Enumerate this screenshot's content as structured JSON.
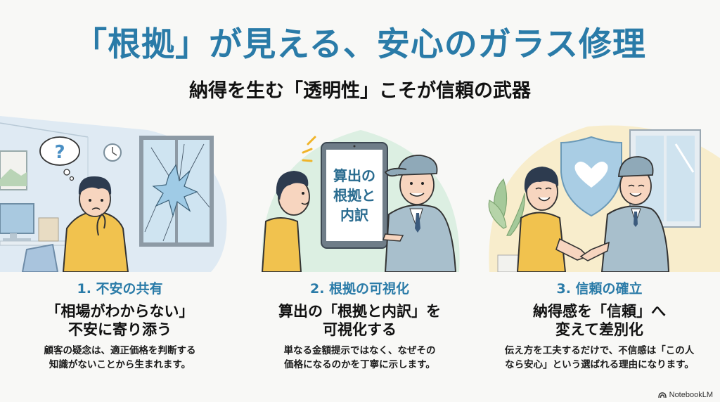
{
  "header": {
    "title": "「根拠」が見える、安心のガラス修理",
    "subtitle": "納得を生む「透明性」こそが信頼の武器"
  },
  "panels": [
    {
      "step": "1. 不安の共有",
      "headline_line1": "「相場がわからない」",
      "headline_line2": "不安に寄り添う",
      "desc_line1": "顧客の疑念は、適正価格を判断する",
      "desc_line2": "知識がないことから生まれます。",
      "illustration": "worried-customer-broken-window",
      "thought_bubble": "?",
      "bg_color": "#dce9f2"
    },
    {
      "step": "2. 根拠の可視化",
      "headline_line1": "算出の「根拠と内訳」を",
      "headline_line2": "可視化する",
      "desc_line1": "単なる金額提示ではなく、なぜその",
      "desc_line2": "価格になるのかを丁寧に示します。",
      "illustration": "technician-showing-tablet",
      "tablet_text_line1": "算出の",
      "tablet_text_line2": "根拠と",
      "tablet_text_line3": "内訳",
      "bg_color": "#d9ecdf"
    },
    {
      "step": "3. 信頼の確立",
      "headline_line1": "納得感を「信頼」へ",
      "headline_line2": "変えて差別化",
      "desc_line1": "伝え方を工夫するだけで、不信感は「この人",
      "desc_line2": "なら安心」という選ばれる理由になります。",
      "illustration": "handshake-with-shield-heart",
      "bg_color": "#f7ecc9"
    }
  ],
  "footer": {
    "brand": "NotebookLM"
  },
  "colors": {
    "accent": "#2a7ba8",
    "text": "#111111",
    "background": "#f8f8f6",
    "shirt_yellow": "#f1c24e",
    "uniform_blue": "#9cb7c6"
  }
}
